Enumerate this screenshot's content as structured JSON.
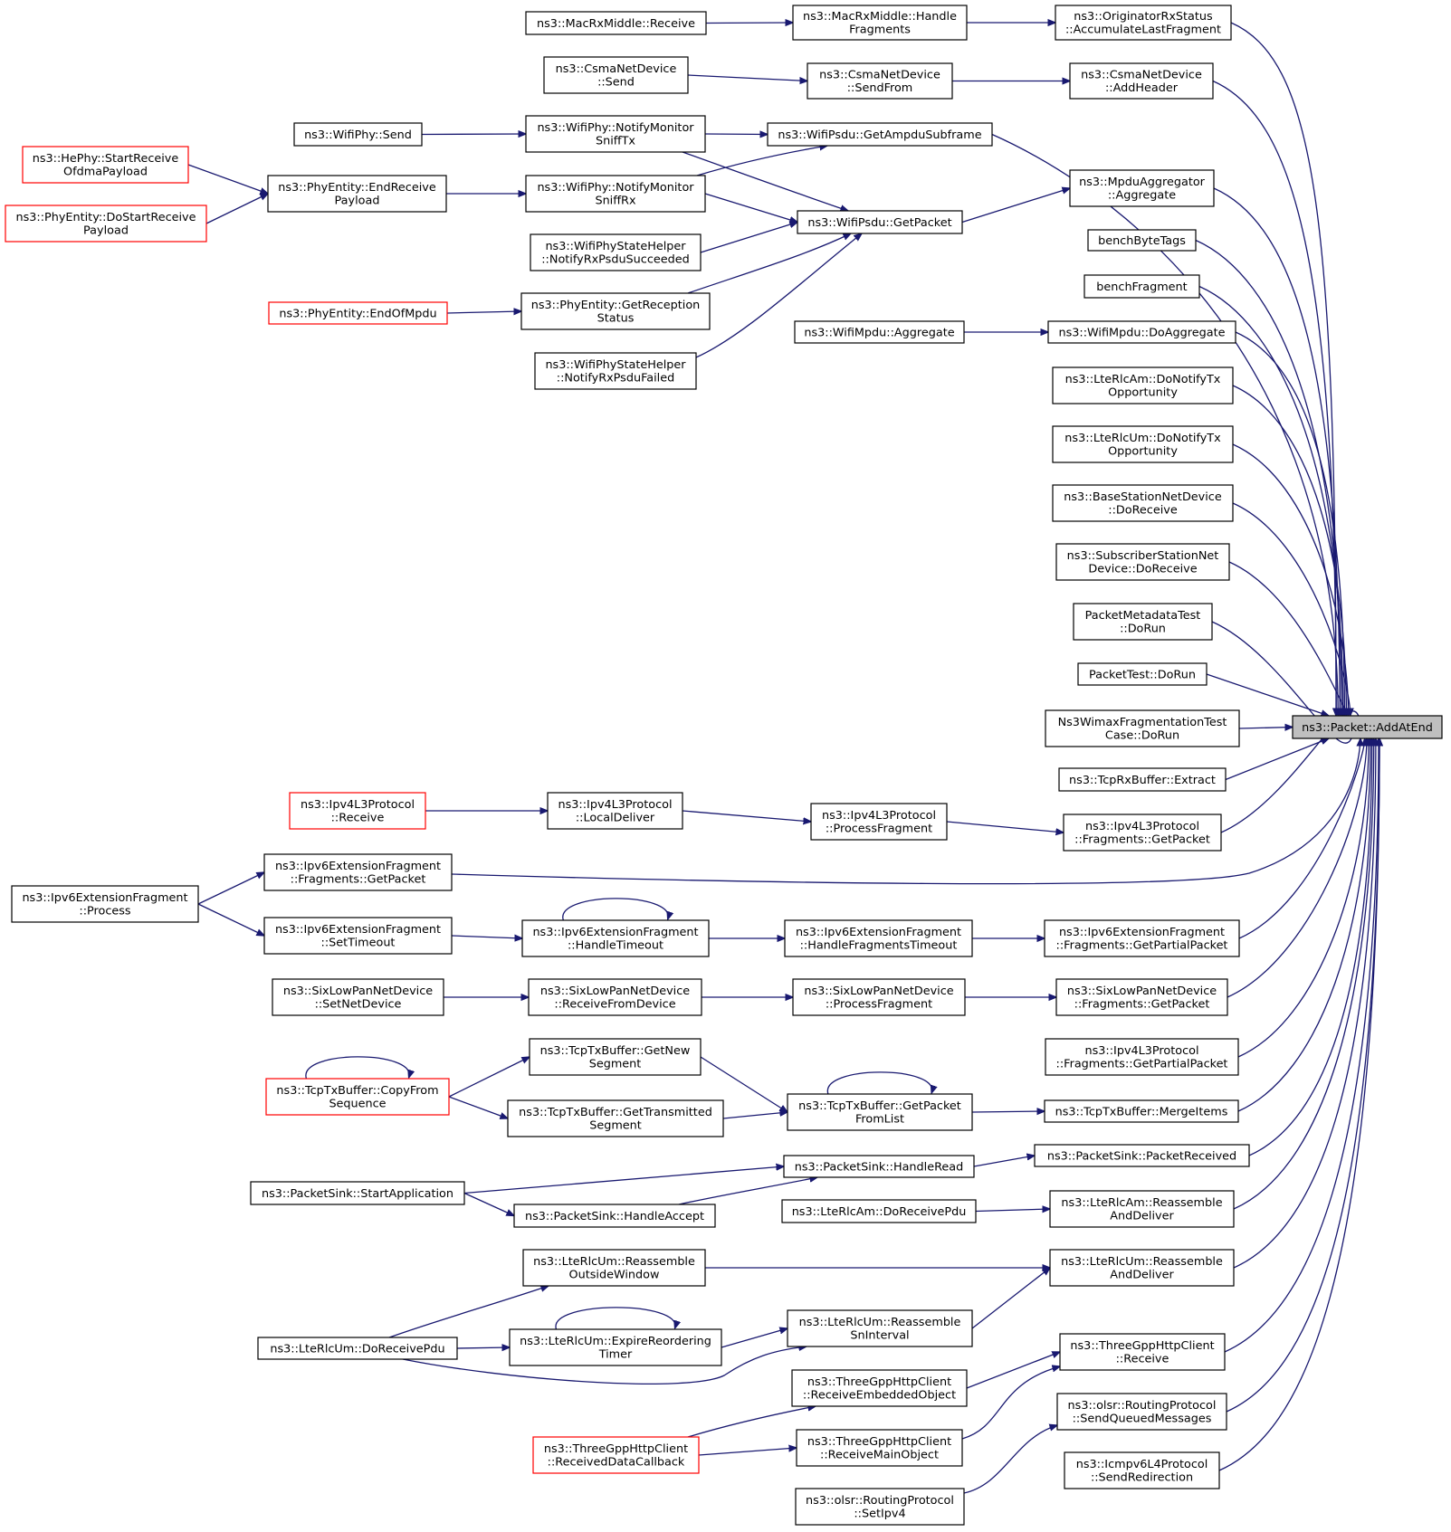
{
  "colors": {
    "edge": "#191970",
    "truncated_border": "#ff0000",
    "node_border": "#000000",
    "root_fill": "#bfbfbf"
  },
  "nodes": {
    "root": {
      "lines": [
        "ns3::Packet::AddAtEnd"
      ]
    },
    "macrxmiddle_receive": {
      "lines": [
        "ns3::MacRxMiddle::Receive"
      ]
    },
    "macrxmiddle_handlefragments": {
      "lines": [
        "ns3::MacRxMiddle::Handle",
        "Fragments"
      ]
    },
    "originatorrxstatus_accumulate": {
      "lines": [
        "ns3::OriginatorRxStatus",
        "::AccumulateLastFragment"
      ]
    },
    "csma_send": {
      "lines": [
        "ns3::CsmaNetDevice",
        "::Send"
      ]
    },
    "csma_sendfrom": {
      "lines": [
        "ns3::CsmaNetDevice",
        "::SendFrom"
      ]
    },
    "csma_addheader": {
      "lines": [
        "ns3::CsmaNetDevice",
        "::AddHeader"
      ]
    },
    "hephy_startreceive": {
      "lines": [
        "ns3::HePhy::StartReceive",
        "OfdmaPayload"
      ]
    },
    "wifiphy_send": {
      "lines": [
        "ns3::WifiPhy::Send"
      ]
    },
    "wifiphy_notifysnifftx": {
      "lines": [
        "ns3::WifiPhy::NotifyMonitor",
        "SniffTx"
      ]
    },
    "wifipsdu_getampdu": {
      "lines": [
        "ns3::WifiPsdu::GetAmpduSubframe"
      ]
    },
    "phyentity_dostartreceive": {
      "lines": [
        "ns3::PhyEntity::DoStartReceive",
        "Payload"
      ]
    },
    "phyentity_endreceive": {
      "lines": [
        "ns3::PhyEntity::EndReceive",
        "Payload"
      ]
    },
    "wifiphy_notifysniffrx": {
      "lines": [
        "ns3::WifiPhy::NotifyMonitor",
        "SniffRx"
      ]
    },
    "mpduaggregator_aggregate": {
      "lines": [
        "ns3::MpduAggregator",
        "::Aggregate"
      ]
    },
    "wifipsdu_getpacket": {
      "lines": [
        "ns3::WifiPsdu::GetPacket"
      ]
    },
    "wifiphystatehelper_succeeded": {
      "lines": [
        "ns3::WifiPhyStateHelper",
        "::NotifyRxPsduSucceeded"
      ]
    },
    "benchbytetags": {
      "lines": [
        "benchByteTags"
      ]
    },
    "benchfragment": {
      "lines": [
        "benchFragment"
      ]
    },
    "phyentity_endofmpdu": {
      "lines": [
        "ns3::PhyEntity::EndOfMpdu"
      ]
    },
    "phyentity_getreceptionstatus": {
      "lines": [
        "ns3::PhyEntity::GetReception",
        "Status"
      ]
    },
    "wifimpdu_aggregate": {
      "lines": [
        "ns3::WifiMpdu::Aggregate"
      ]
    },
    "wifimpdu_doaggregate": {
      "lines": [
        "ns3::WifiMpdu::DoAggregate"
      ]
    },
    "wifiphystatehelper_failed": {
      "lines": [
        "ns3::WifiPhyStateHelper",
        "::NotifyRxPsduFailed"
      ]
    },
    "lterlcam_donotifytx": {
      "lines": [
        "ns3::LteRlcAm::DoNotifyTx",
        "Opportunity"
      ]
    },
    "lterlcum_donotifytx": {
      "lines": [
        "ns3::LteRlcUm::DoNotifyTx",
        "Opportunity"
      ]
    },
    "basestation_doreceive": {
      "lines": [
        "ns3::BaseStationNetDevice",
        "::DoReceive"
      ]
    },
    "subscriberstation_doreceive": {
      "lines": [
        "ns3::SubscriberStationNet",
        "Device::DoReceive"
      ]
    },
    "packetmetadatatest_dorun": {
      "lines": [
        "PacketMetadataTest",
        "::DoRun"
      ]
    },
    "packettest_dorun": {
      "lines": [
        "PacketTest::DoRun"
      ]
    },
    "ns3wimaxfragtest_dorun": {
      "lines": [
        "Ns3WimaxFragmentationTest",
        "Case::DoRun"
      ]
    },
    "tcprxbuffer_extract": {
      "lines": [
        "ns3::TcpRxBuffer::Extract"
      ]
    },
    "ipv4l3_receive": {
      "lines": [
        "ns3::Ipv4L3Protocol",
        "::Receive"
      ]
    },
    "ipv4l3_localdeliver": {
      "lines": [
        "ns3::Ipv4L3Protocol",
        "::LocalDeliver"
      ]
    },
    "ipv4l3_processfragment": {
      "lines": [
        "ns3::Ipv4L3Protocol",
        "::ProcessFragment"
      ]
    },
    "ipv4l3_fragments_getpacket": {
      "lines": [
        "ns3::Ipv4L3Protocol",
        "::Fragments::GetPacket"
      ]
    },
    "ipv6ext_fragments_getpacket": {
      "lines": [
        "ns3::Ipv6ExtensionFragment",
        "::Fragments::GetPacket"
      ]
    },
    "ipv6ext_process": {
      "lines": [
        "ns3::Ipv6ExtensionFragment",
        "::Process"
      ]
    },
    "ipv6ext_settimeout": {
      "lines": [
        "ns3::Ipv6ExtensionFragment",
        "::SetTimeout"
      ]
    },
    "ipv6ext_handletimeout": {
      "lines": [
        "ns3::Ipv6ExtensionFragment",
        "::HandleTimeout"
      ]
    },
    "ipv6ext_handlefragmentstimeout": {
      "lines": [
        "ns3::Ipv6ExtensionFragment",
        "::HandleFragmentsTimeout"
      ]
    },
    "ipv6ext_fragments_getpartial": {
      "lines": [
        "ns3::Ipv6ExtensionFragment",
        "::Fragments::GetPartialPacket"
      ]
    },
    "sixlowpan_setnetdevice": {
      "lines": [
        "ns3::SixLowPanNetDevice",
        "::SetNetDevice"
      ]
    },
    "sixlowpan_receivefromdevice": {
      "lines": [
        "ns3::SixLowPanNetDevice",
        "::ReceiveFromDevice"
      ]
    },
    "sixlowpan_processfragment": {
      "lines": [
        "ns3::SixLowPanNetDevice",
        "::ProcessFragment"
      ]
    },
    "sixlowpan_fragments_getpacket": {
      "lines": [
        "ns3::SixLowPanNetDevice",
        "::Fragments::GetPacket"
      ]
    },
    "ipv4l3_fragments_getpartial": {
      "lines": [
        "ns3::Ipv4L3Protocol",
        "::Fragments::GetPartialPacket"
      ]
    },
    "tcptxbuffer_getnewsegment": {
      "lines": [
        "ns3::TcpTxBuffer::GetNew",
        "Segment"
      ]
    },
    "tcptxbuffer_copyfromsequence": {
      "lines": [
        "ns3::TcpTxBuffer::CopyFrom",
        "Sequence"
      ]
    },
    "tcptxbuffer_gettransmitted": {
      "lines": [
        "ns3::TcpTxBuffer::GetTransmitted",
        "Segment"
      ]
    },
    "tcptxbuffer_getpacketfromlist": {
      "lines": [
        "ns3::TcpTxBuffer::GetPacket",
        "FromList"
      ]
    },
    "tcptxbuffer_mergeitems": {
      "lines": [
        "ns3::TcpTxBuffer::MergeItems"
      ]
    },
    "packetsink_handleread": {
      "lines": [
        "ns3::PacketSink::HandleRead"
      ]
    },
    "packetsink_packetreceived": {
      "lines": [
        "ns3::PacketSink::PacketReceived"
      ]
    },
    "packetsink_startapplication": {
      "lines": [
        "ns3::PacketSink::StartApplication"
      ]
    },
    "packetsink_handleaccept": {
      "lines": [
        "ns3::PacketSink::HandleAccept"
      ]
    },
    "lterlcam_doreceivepdu": {
      "lines": [
        "ns3::LteRlcAm::DoReceivePdu"
      ]
    },
    "lterlcam_reassemble": {
      "lines": [
        "ns3::LteRlcAm::Reassemble",
        "AndDeliver"
      ]
    },
    "lterlcum_reassembleoutside": {
      "lines": [
        "ns3::LteRlcUm::Reassemble",
        "OutsideWindow"
      ]
    },
    "lterlcum_reassemble": {
      "lines": [
        "ns3::LteRlcUm::Reassemble",
        "AndDeliver"
      ]
    },
    "lterlcum_reassemblesninterval": {
      "lines": [
        "ns3::LteRlcUm::Reassemble",
        "SnInterval"
      ]
    },
    "lterlcum_doreceivepdu": {
      "lines": [
        "ns3::LteRlcUm::DoReceivePdu"
      ]
    },
    "lterlcum_expirereordering": {
      "lines": [
        "ns3::LteRlcUm::ExpireReordering",
        "Timer"
      ]
    },
    "threegpp_receive": {
      "lines": [
        "ns3::ThreeGppHttpClient",
        "::Receive"
      ]
    },
    "threegpp_receiveembedded": {
      "lines": [
        "ns3::ThreeGppHttpClient",
        "::ReceiveEmbeddedObject"
      ]
    },
    "olsr_sendqueued": {
      "lines": [
        "ns3::olsr::RoutingProtocol",
        "::SendQueuedMessages"
      ]
    },
    "threegpp_receiveddatacallback": {
      "lines": [
        "ns3::ThreeGppHttpClient",
        "::ReceivedDataCallback"
      ]
    },
    "threegpp_receivemainobject": {
      "lines": [
        "ns3::ThreeGppHttpClient",
        "::ReceiveMainObject"
      ]
    },
    "icmpv6l4_sendredirection": {
      "lines": [
        "ns3::Icmpv6L4Protocol",
        "::SendRedirection"
      ]
    },
    "olsr_setipv4": {
      "lines": [
        "ns3::olsr::RoutingProtocol",
        "::SetIpv4"
      ]
    }
  }
}
